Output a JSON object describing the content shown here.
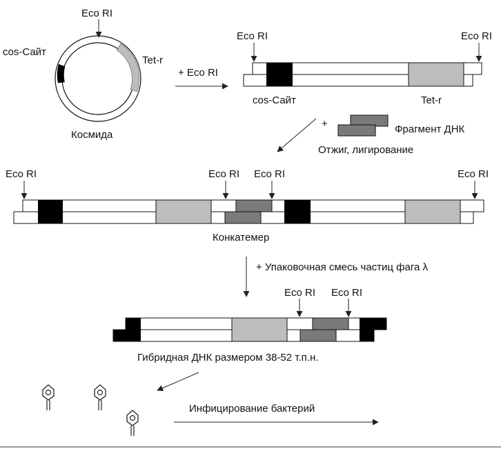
{
  "labels": {
    "eco_ri": "Eco RI",
    "cos_site": "cos-Сайт",
    "tet_r": "Tet-r",
    "cosmid": "Космида",
    "plus_eco_ri": "+ Eco RI",
    "plus": "+",
    "dna_fragment": "Фрагмент ДНК",
    "annealing_ligation": "Отжиг, лигирование",
    "concatemer": "Конкатемер",
    "packaging_mix": "+  Упаковочная смесь частиц фага λ",
    "hybrid_dna": "Гибридная ДНК размером 38-52 т.п.н.",
    "infection": "Инфицирование бактерий"
  },
  "colors": {
    "cos_block": "#000000",
    "tet_block": "#bdbdbd",
    "fragment_block": "#7a7a7a",
    "strand": "#ffffff"
  }
}
